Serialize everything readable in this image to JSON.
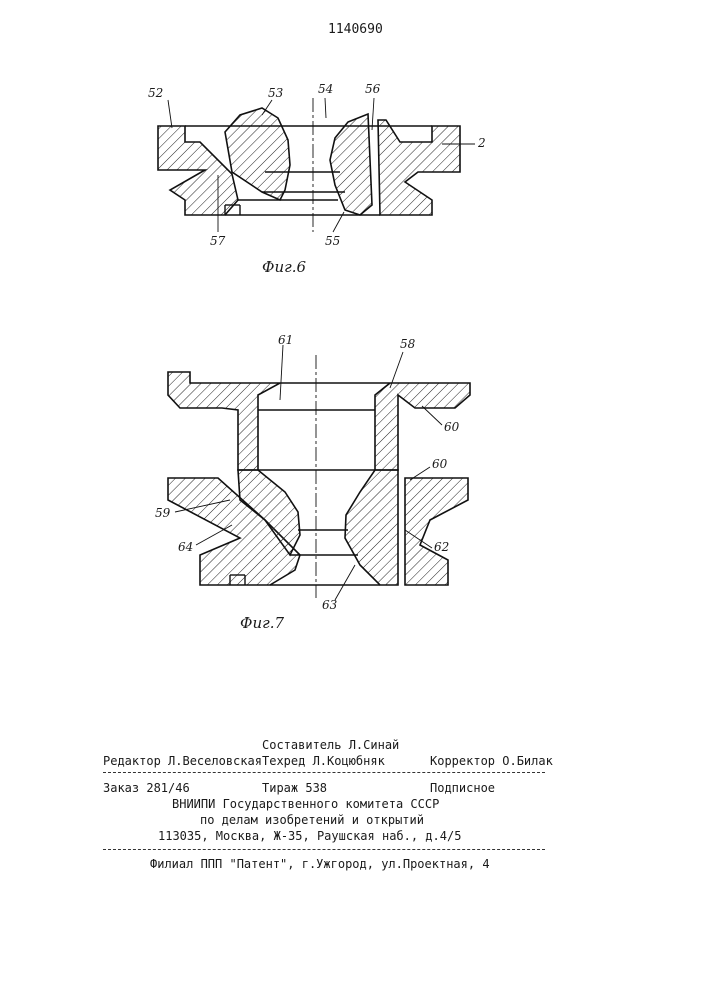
{
  "header": {
    "patent_number": "1140690"
  },
  "figures": {
    "fig6": {
      "caption": "Фиг.6",
      "labels": [
        "52",
        "53",
        "54",
        "56",
        "2",
        "57",
        "55"
      ]
    },
    "fig7": {
      "caption": "Фиг.7",
      "labels": [
        "61",
        "58",
        "60",
        "60",
        "59",
        "64",
        "62",
        "63"
      ]
    }
  },
  "colophon": {
    "compiler": "Составитель Л.Синай",
    "editor": "Редактор Л.Веселовская",
    "tech_editor": "Техред Л.Коцюбняк",
    "proofreader": "Корректор О.Билак",
    "order": "Заказ 281/46",
    "circulation": "Тираж 538",
    "subscription": "Подписное",
    "org_line1": "ВНИИПИ Государственного комитета СССР",
    "org_line2": "по делам изобретений и открытий",
    "address": "113035, Москва, Ж-35, Раушская наб., д.4/5",
    "branch": "Филиал ППП \"Патент\", г.Ужгород, ул.Проектная, 4"
  }
}
